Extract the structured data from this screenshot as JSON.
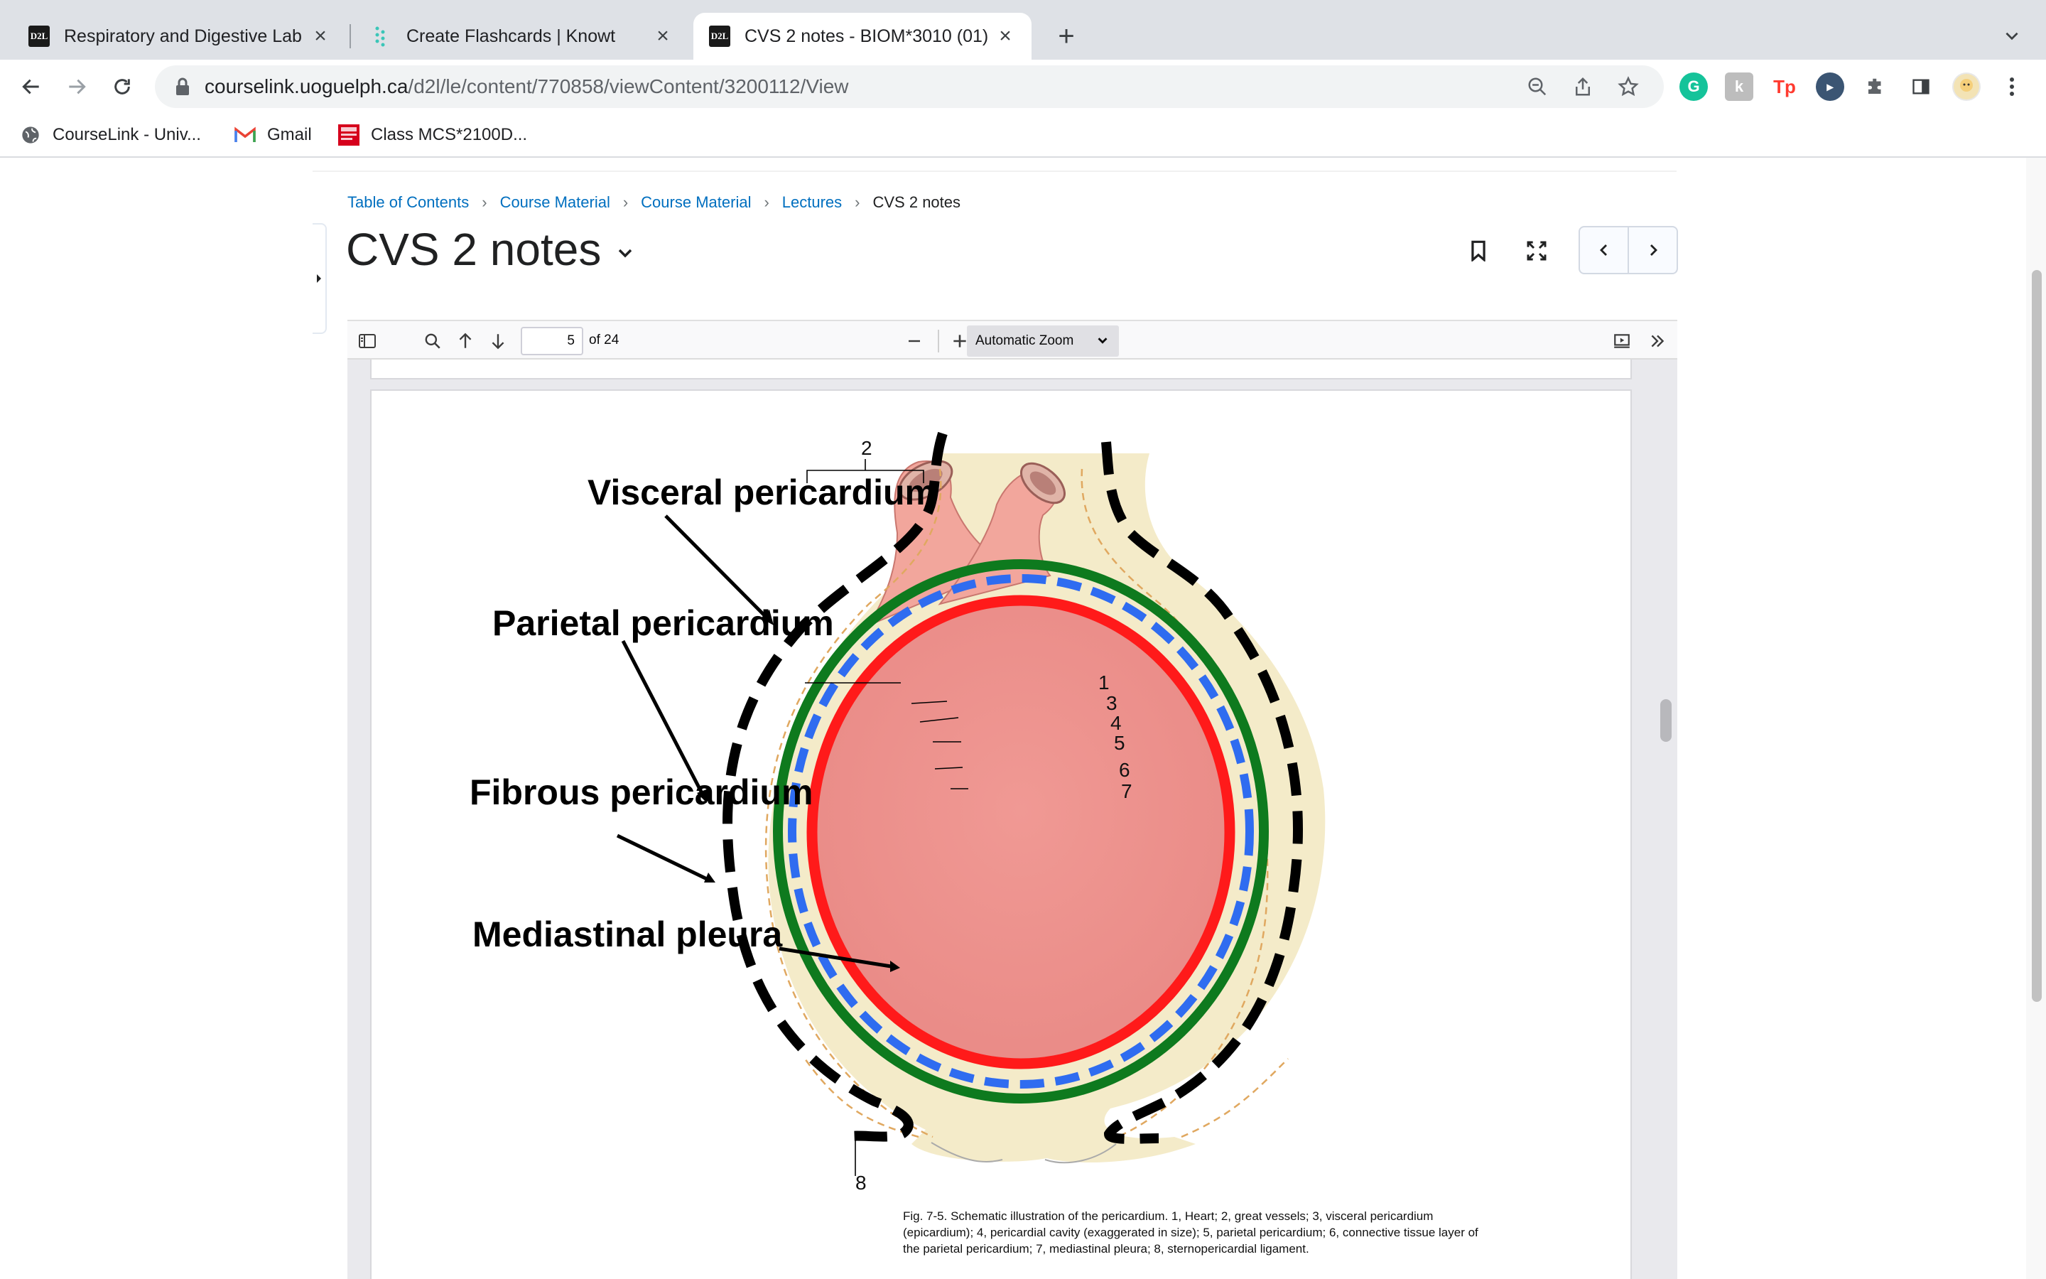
{
  "browser": {
    "tabs": [
      {
        "title": "Respiratory and Digestive Lab",
        "favicon": "d2l-icon"
      },
      {
        "title": "Create Flashcards | Knowt",
        "favicon": "knowt-icon"
      },
      {
        "title": "CVS 2 notes - BIOM*3010 (01)",
        "favicon": "d2l-icon",
        "active": true
      }
    ],
    "favicon_text": "D2L",
    "url_host": "courselink.uoguelph.ca",
    "url_path": "/d2l/le/content/770858/viewContent/3200112/View",
    "bookmarks": [
      {
        "label": "CourseLink - Univ...",
        "icon": "globe-icon"
      },
      {
        "label": "Gmail",
        "icon": "gmail-icon"
      },
      {
        "label": "Class MCS*2100D...",
        "icon": "mcgraw-hill-icon"
      }
    ],
    "extensions": [
      {
        "name": "grammarly-icon",
        "color": "#15c39a",
        "glyph": "G"
      },
      {
        "name": "extension-k-icon",
        "color": "#b0b0b0",
        "glyph": "k"
      },
      {
        "name": "tp-icon",
        "color": "#ff4d4d",
        "glyph": "Tp"
      },
      {
        "name": "cursor-icon",
        "color": "#3b5573",
        "glyph": "▸"
      }
    ]
  },
  "content": {
    "breadcrumbs": [
      "Table of Contents",
      "Course Material",
      "Course Material",
      "Lectures"
    ],
    "breadcrumb_current": "CVS 2 notes",
    "title": "CVS 2 notes"
  },
  "pdf_viewer": {
    "page_number": "5",
    "page_count": "of 24",
    "zoom": "Automatic Zoom"
  },
  "figure": {
    "labels": {
      "visceral": "Visceral pericardium",
      "parietal": "Parietal pericardium",
      "fibrous": "Fibrous pericardium",
      "mediastinal": "Mediastinal pleura"
    },
    "numbers": [
      "1",
      "2",
      "3",
      "4",
      "5",
      "6",
      "7",
      "8"
    ],
    "caption": "Fig. 7-5. Schematic illustration of the pericardium. 1, Heart; 2, great vessels; 3, visceral pericardium (epicardium); 4, pericardial cavity (exaggerated in size); 5, parietal pericardium; 6, connective tissue layer of the parietal pericardium; 7, mediastinal pleura; 8, sternopericardial ligament.",
    "colors": {
      "heart": "#ee9490",
      "visceral": "#ff1a1a",
      "parietal": "#2f6cf0",
      "fibrous": "#0e7a1e",
      "pleura": "#000000",
      "connective": "#f4e9c6"
    }
  }
}
